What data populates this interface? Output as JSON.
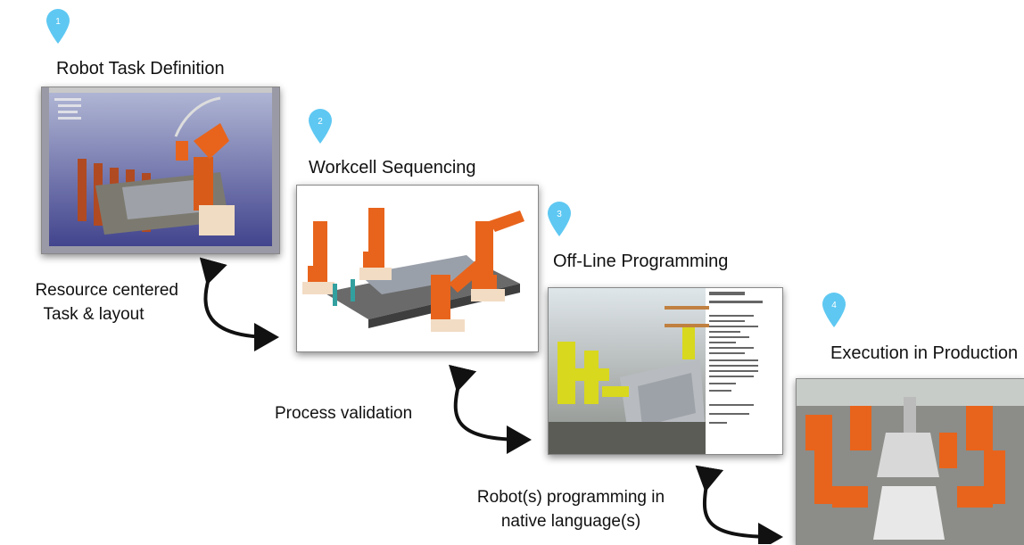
{
  "steps": [
    {
      "number": "1",
      "title": "Robot Task Definition"
    },
    {
      "number": "2",
      "title": "Workcell Sequencing"
    },
    {
      "number": "3",
      "title": "Off-Line Programming"
    },
    {
      "number": "4",
      "title": "Execution in Production"
    }
  ],
  "annotations": {
    "resource_line1": "Resource centered",
    "resource_line2": "Task & layout",
    "process_validation": "Process validation",
    "robot_prog_line1": "Robot(s) programming in",
    "robot_prog_line2": "native language(s)"
  },
  "colors": {
    "pin": "#5ec8f2",
    "arrow": "#111111",
    "robot_orange": "#e8641c",
    "robot_yellow": "#d8d81e"
  }
}
